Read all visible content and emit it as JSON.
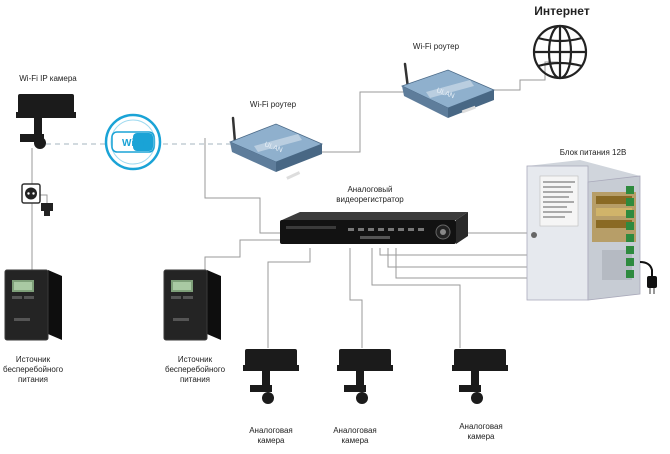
{
  "labels": {
    "internet": "Интернет",
    "router_top": "Wi-Fi роутер",
    "router_mid": "Wi-Fi роутер",
    "ip_camera": "Wi-Fi IP камера",
    "recorder_line1": "Аналоговый",
    "recorder_line2": "видеорегистратор",
    "power_supply": "Блок питания 12В",
    "ups_left_1": "Источник",
    "ups_left_2": "бесперебойного",
    "ups_left_3": "питания",
    "ups_mid_1": "Источник",
    "ups_mid_2": "бесперебойного",
    "ups_mid_3": "питания",
    "cam1_1": "Аналоговая",
    "cam1_2": "камера",
    "cam2_1": "Аналоговая",
    "cam2_2": "камера",
    "cam3_1": "Аналоговая",
    "cam3_2": "камера",
    "wifi_badge": "Wi Fi",
    "router_brand": "ULAN"
  },
  "colors": {
    "wire": "#9a9a9a",
    "wifi_dash": "#b8c4cc",
    "wifi_badge": "#1aa3d6",
    "device_dark": "#1b1b1b",
    "router_body": "#6f8fae",
    "power_box": "#e6e9ee"
  },
  "icons": {
    "internet": "globe-icon",
    "wifi": "wifi-badge-icon",
    "outlet": "power-outlet-icon",
    "plug": "power-plug-icon"
  }
}
